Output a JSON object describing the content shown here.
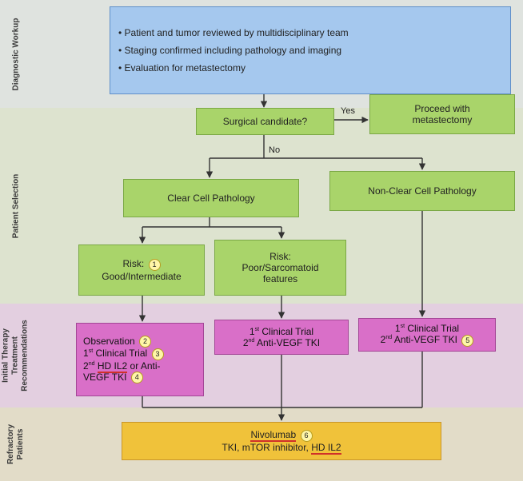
{
  "sections": {
    "diagnostic": "Diagnostic Workup",
    "selection": "Patient Selection",
    "initial": "Initial Therapy Treatment Recommendations",
    "refractory": "Refractory Patients"
  },
  "workup": {
    "items": [
      "Patient and tumor reviewed by multidisciplinary team",
      "Staging confirmed including pathology and imaging",
      "Evaluation for metastectomy"
    ]
  },
  "surgical": {
    "question": "Surgical candidate?",
    "yes_label": "Yes",
    "no_label": "No",
    "proceed": "Proceed with metastectomy"
  },
  "pathology": {
    "clear": "Clear Cell Pathology",
    "nonclear": "Non-Clear Cell Pathology"
  },
  "risk": {
    "good_prefix": "Risk:",
    "good_num": "1",
    "good_text": "Good/Intermediate",
    "poor_prefix": "Risk:",
    "poor_text": "Poor/Sarcomatoid features"
  },
  "therapy": {
    "left": {
      "line1": "Observation",
      "num1": "2",
      "line2_sup": "st",
      "line2_text": "Clinical Trial",
      "num2": "3",
      "line3_sup": "nd",
      "line3_a": "HD IL2",
      "line3_b": "or Anti-",
      "line4": "VEGF TKI",
      "num4": "4",
      "line1_prefix": "1",
      "line3_prefix": "2"
    },
    "mid": {
      "l1_prefix": "1",
      "l1_sup": "st",
      "l1": "Clinical Trial",
      "l2_prefix": "2",
      "l2_sup": "nd",
      "l2": "Anti-VEGF TKI"
    },
    "right": {
      "l1_prefix": "1",
      "l1_sup": "st",
      "l1": "Clinical Trial",
      "l2_prefix": "2",
      "l2_sup": "nd",
      "l2": "Anti-VEGF TKI",
      "num": "5"
    }
  },
  "refractory": {
    "line1": "Nivolumab",
    "num": "6",
    "line2": "TKI, mTOR inhibitor,",
    "line2b": "HD IL2"
  },
  "colors": {
    "green": "#a9d46a",
    "pink": "#d96fc8",
    "blue": "#a5c8ee",
    "gold": "#f0c23a",
    "underline": "#d0302a"
  }
}
